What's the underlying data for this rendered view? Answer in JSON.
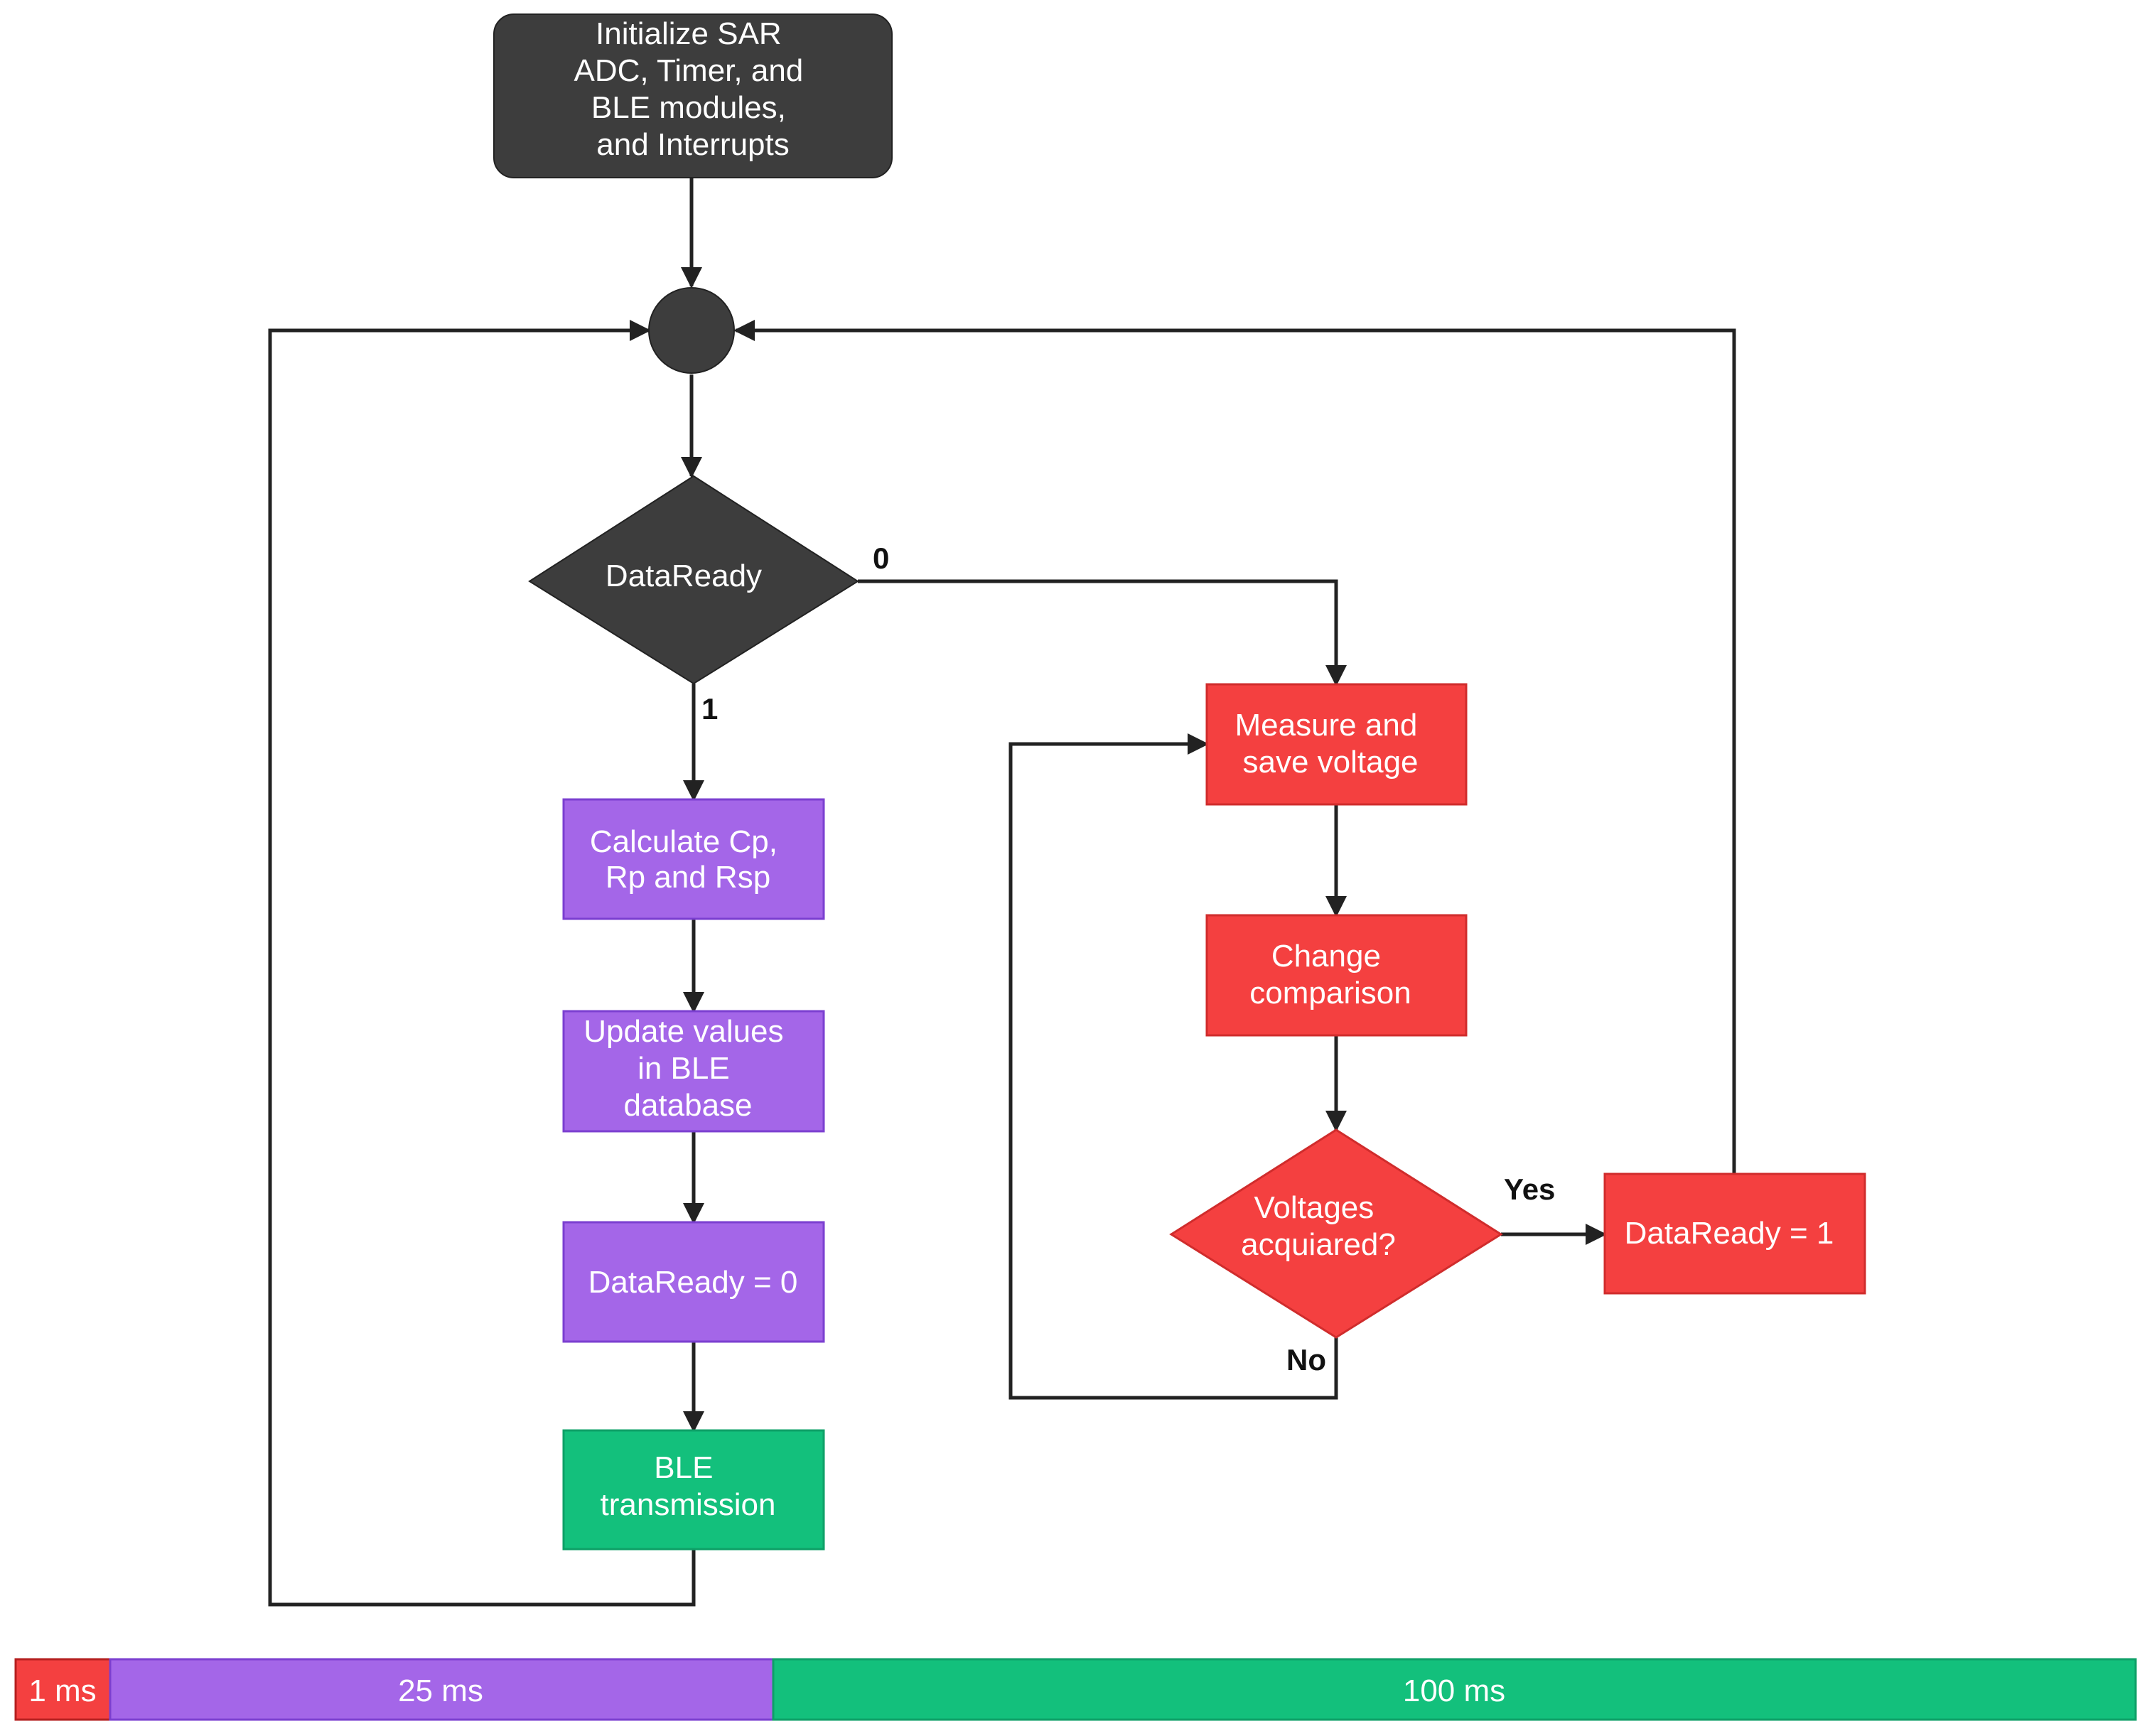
{
  "colors": {
    "dark": "#3d3d3d",
    "red": "#f44040",
    "purple": "#a466e8",
    "green": "#13c07c",
    "line": "#222222"
  },
  "nodes": {
    "init": [
      "Initialize SAR",
      "ADC, Timer, and",
      "BLE modules,",
      "and Interrupts"
    ],
    "decision_dataready": [
      "DataReady"
    ],
    "calculate": [
      "Calculate Cp,",
      "Rp and Rsp"
    ],
    "update": [
      "Update values",
      "in BLE",
      "database"
    ],
    "set_zero": [
      "DataReady = 0"
    ],
    "ble_tx": [
      "BLE",
      "transmission"
    ],
    "measure": [
      "Measure and",
      "save voltage"
    ],
    "change": [
      "Change",
      "comparison"
    ],
    "decision_voltages": [
      "Voltages",
      "acquiared?"
    ],
    "set_one": [
      "DataReady = 1"
    ]
  },
  "edge_labels": {
    "zero": "0",
    "one": "1",
    "yes": "Yes",
    "no": "No"
  },
  "timeline": [
    {
      "label": "1 ms",
      "color": "#f44040"
    },
    {
      "label": "25 ms",
      "color": "#a466e8"
    },
    {
      "label": "100 ms",
      "color": "#13c07c"
    }
  ]
}
